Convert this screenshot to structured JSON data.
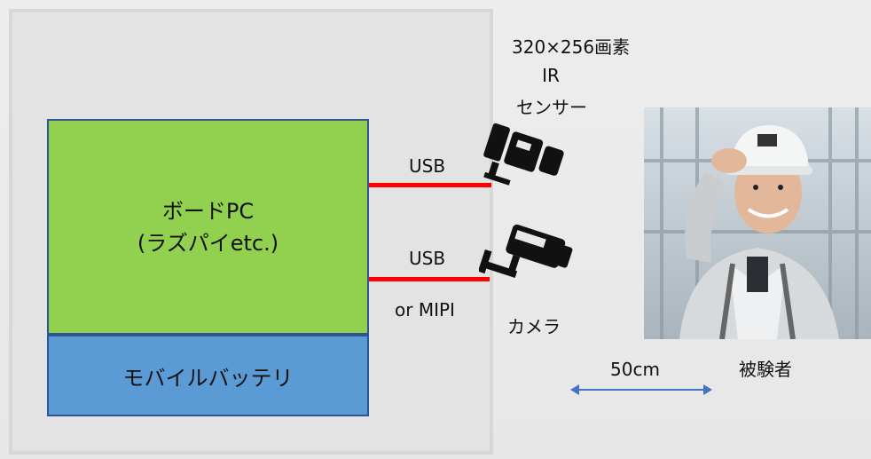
{
  "board": {
    "line1": "ボードPC",
    "line2": "(ラズパイetc.)"
  },
  "battery": {
    "label": "モバイルバッテリ"
  },
  "ir_sensor": {
    "resolution": "320×256画素",
    "line1": "IR",
    "line2": "センサー"
  },
  "cable_ir": {
    "label": "USB"
  },
  "cable_cam": {
    "label1": "USB",
    "label2": "or MIPI"
  },
  "camera": {
    "label": "カメラ"
  },
  "distance": {
    "label": "50cm"
  },
  "subject": {
    "label": "被験者"
  },
  "colors": {
    "board": "#92d050",
    "battery": "#5b9bd5",
    "border": "#2f5597",
    "cable": "#ff0000",
    "arrow": "#4472c4"
  }
}
